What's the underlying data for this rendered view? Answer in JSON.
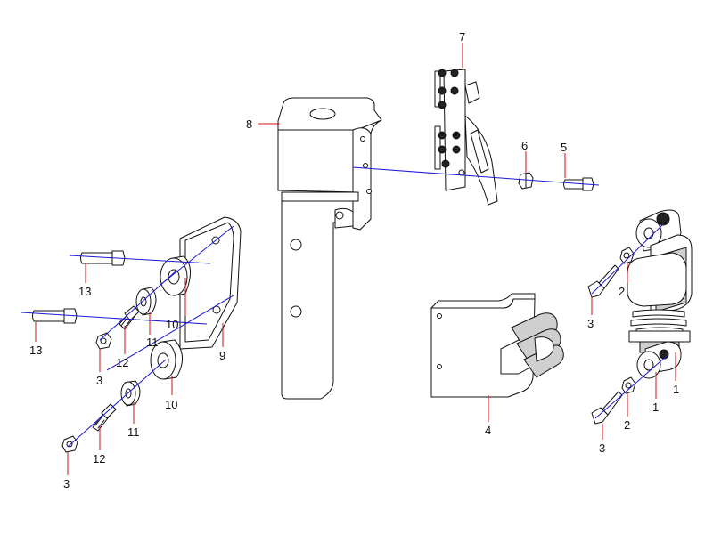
{
  "colors": {
    "axis_line": "#1a1ad6",
    "leader_line": "#d01010",
    "part_stroke": "#111111"
  },
  "callouts": {
    "c1a": "1",
    "c1b": "1",
    "c2a": "2",
    "c2b": "2",
    "c3a": "3",
    "c3b": "3",
    "c3c": "3",
    "c3d": "3",
    "c4": "4",
    "c5": "5",
    "c6": "6",
    "c7": "7",
    "c8": "8",
    "c9": "9",
    "c10a": "10",
    "c10b": "10",
    "c11a": "11",
    "c11b": "11",
    "c12a": "12",
    "c12b": "12",
    "c13a": "13",
    "c13b": "13"
  }
}
